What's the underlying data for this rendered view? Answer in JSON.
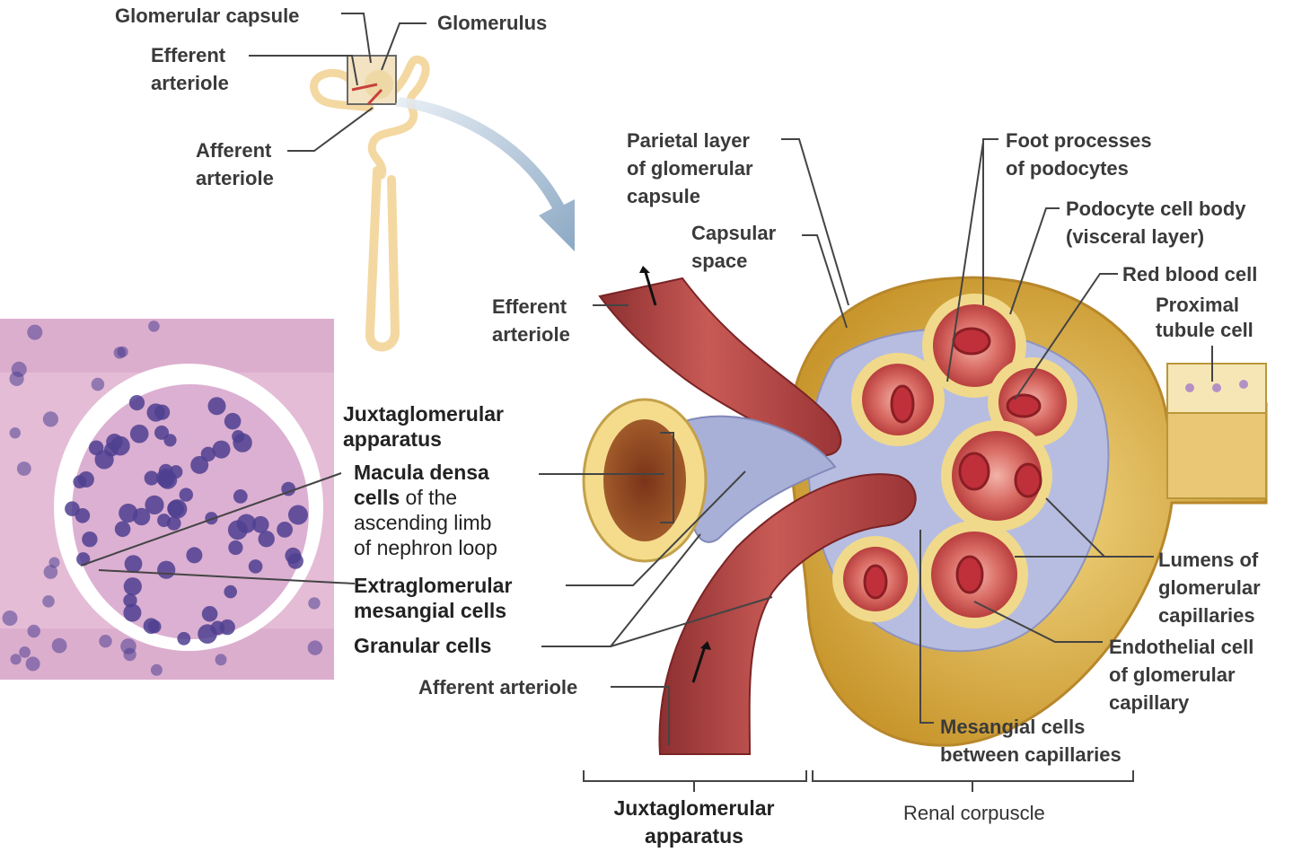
{
  "labels": {
    "glomerular_capsule": "Glomerular capsule",
    "glomerulus": "Glomerulus",
    "efferent_arteriole_top": [
      "Efferent",
      "arteriole"
    ],
    "afferent_arteriole_top": [
      "Afferent",
      "arteriole"
    ],
    "parietal_layer": [
      "Parietal layer",
      "of glomerular",
      "capsule"
    ],
    "capsular_space": [
      "Capsular",
      "space"
    ],
    "foot_processes": [
      "Foot processes",
      "of podocytes"
    ],
    "podocyte_body": [
      "Podocyte cell body",
      "(visceral layer)"
    ],
    "red_blood_cell": "Red blood cell",
    "proximal_tubule": [
      "Proximal",
      "tubule cell"
    ],
    "efferent_arteriole_main": [
      "Efferent",
      "arteriole"
    ],
    "jg_apparatus": [
      "Juxtaglomerular",
      "apparatus"
    ],
    "macula_densa": {
      "bold": "Macula densa",
      "line2_bold": "cells",
      "line2_rest": " of the",
      "line3": "ascending limb",
      "line4": "of nephron loop"
    },
    "extraglomerular": [
      "Extraglomerular",
      "mesangial cells"
    ],
    "granular_cells": "Granular cells",
    "afferent_arteriole_main": "Afferent arteriole",
    "lumens": [
      "Lumens of",
      "glomerular",
      "capillaries"
    ],
    "endothelial": [
      "Endothelial cell",
      "of glomerular",
      "capillary"
    ],
    "mesangial": [
      "Mesangial cells",
      "between capillaries"
    ],
    "bottom_jg": [
      "Juxtaglomerular",
      "apparatus"
    ],
    "bottom_renal": "Renal corpuscle"
  },
  "colors": {
    "vessel": "#b4403f",
    "vessel_light": "#d9837b",
    "capsule_yellow": "#d9a93a",
    "capsule_inner": "#efc963",
    "podocyte_blue": "#b9bedf",
    "histology_pink": "#e6bfd8",
    "nucleus_purple": "#5c4a9c",
    "leader": "#444444"
  }
}
